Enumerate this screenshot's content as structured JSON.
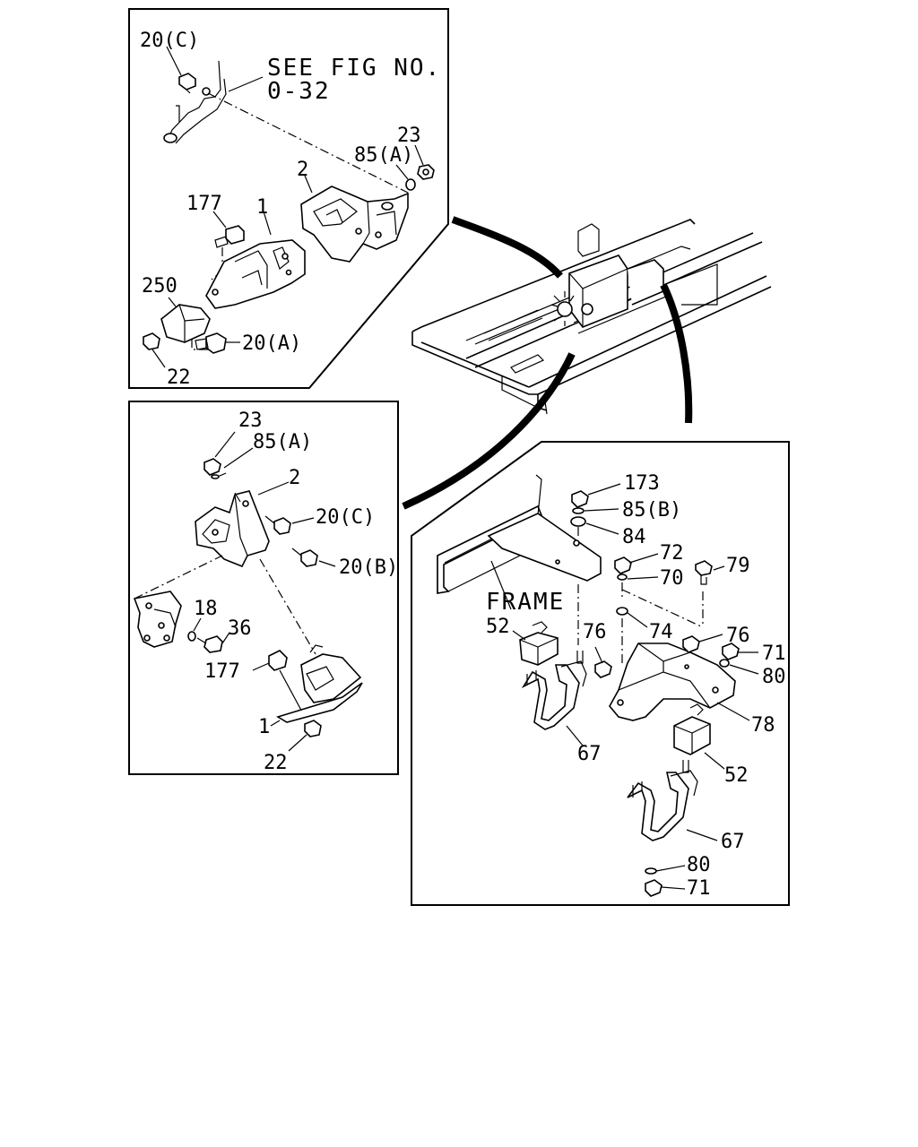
{
  "panel_top_left": {
    "refs": {
      "ref_20c": "20(C)",
      "see_fig_1": "SEE FIG NO.",
      "see_fig_2": "0-32",
      "ref_23": "23",
      "ref_85a": "85(A)",
      "ref_2": "2",
      "ref_177": "177",
      "ref_1": "1",
      "ref_250": "250",
      "ref_20a": "20(A)",
      "ref_22": "22"
    }
  },
  "panel_mid_left": {
    "refs": {
      "ref_23": "23",
      "ref_85a": "85(A)",
      "ref_2": "2",
      "ref_20c": "20(C)",
      "ref_20b": "20(B)",
      "ref_18": "18",
      "ref_36": "36",
      "ref_177": "177",
      "ref_1": "1",
      "ref_22": "22"
    }
  },
  "panel_right": {
    "refs": {
      "ref_173": "173",
      "ref_85b": "85(B)",
      "ref_84": "84",
      "ref_72": "72",
      "ref_70": "70",
      "ref_79": "79",
      "frame": "FRAME",
      "ref_52a": "52",
      "ref_76a": "76",
      "ref_74": "74",
      "ref_76b": "76",
      "ref_71a": "71",
      "ref_80a": "80",
      "ref_78": "78",
      "ref_67a": "67",
      "ref_52b": "52",
      "ref_67b": "67",
      "ref_80b": "80",
      "ref_71b": "71"
    }
  }
}
